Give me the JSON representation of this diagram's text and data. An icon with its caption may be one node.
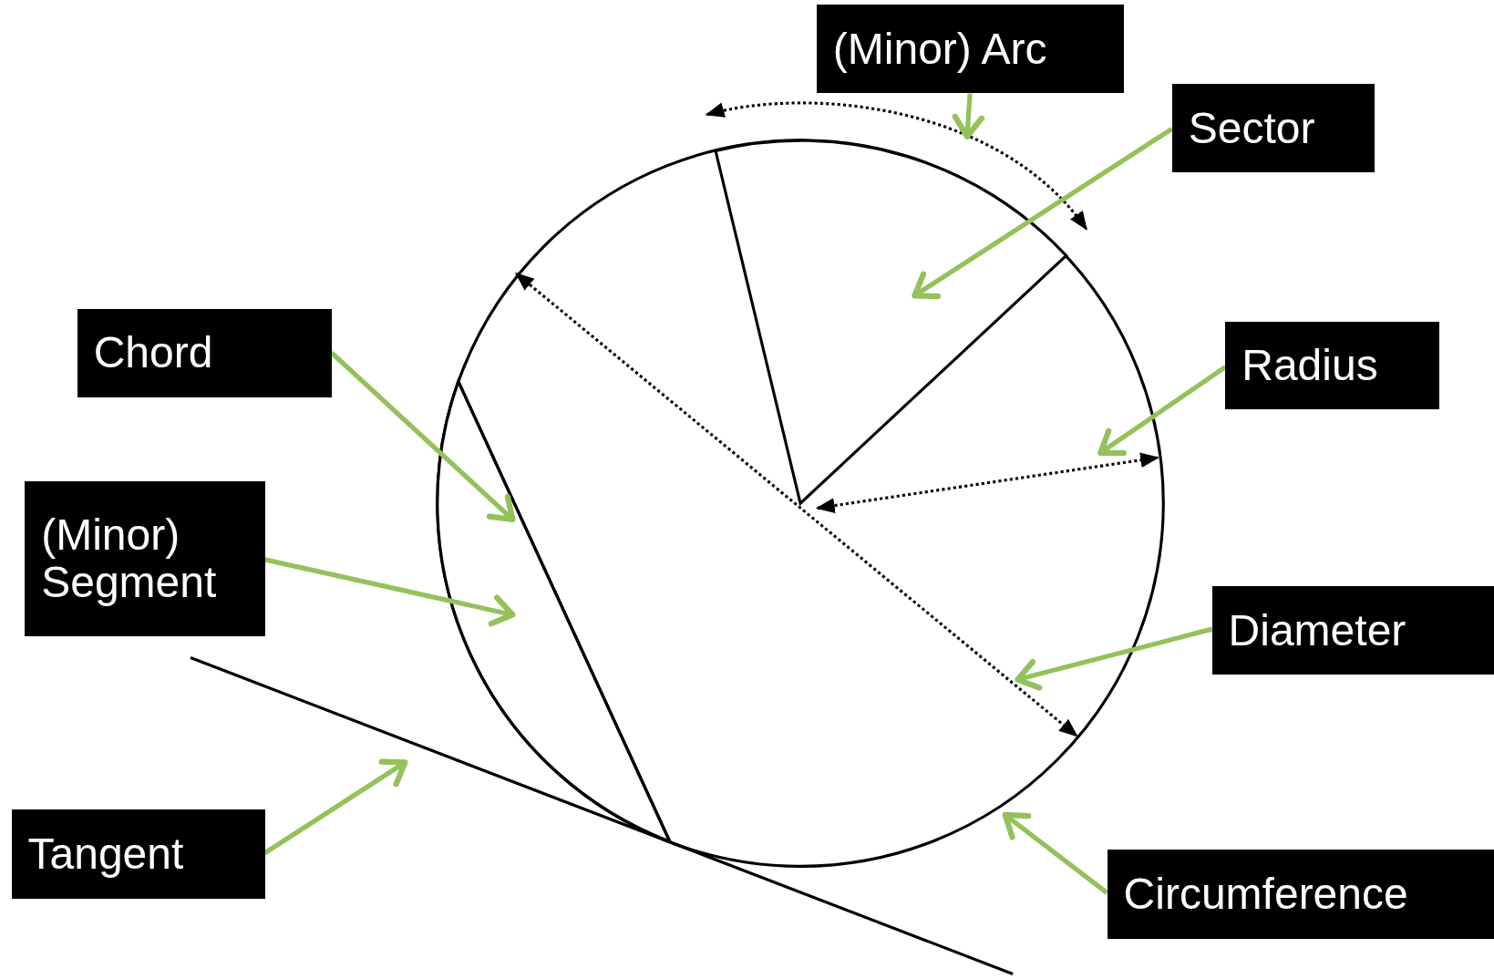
{
  "diagram": {
    "nodes": [
      {
        "text": [
          "(Minor) Arc"
        ]
      },
      {
        "text": [
          "Sector"
        ]
      },
      {
        "text": [
          "Chord"
        ]
      },
      {
        "text": [
          "Radius"
        ]
      },
      {
        "text": [
          "(Minor) Segment"
        ]
      },
      {
        "text": [
          "Diameter"
        ]
      },
      {
        "text": [
          "Tangent"
        ]
      },
      {
        "text": [
          "Circumference"
        ]
      },
      {
        "text": [],
        "shape": "arc"
      },
      {
        "text": [],
        "shape": "circle"
      },
      {
        "text": [],
        "shape": "sector",
        "in": 9
      },
      {
        "text": [],
        "shape": "line",
        "in": 9
      },
      {
        "text": [],
        "shape": "line",
        "in": 9
      },
      {
        "text": [],
        "shape": "segment",
        "in": 9
      },
      {
        "text": [],
        "shape": "line",
        "in": 9
      },
      {
        "text": [],
        "shape": "line"
      }
    ],
    "edges": [
      {
        "from": 0,
        "to": 8,
        "arrow": "to"
      },
      {
        "from": 1,
        "to": 10,
        "arrow": "to"
      },
      {
        "from": 2,
        "to": 12,
        "arrow": "to"
      },
      {
        "from": 3,
        "to": 11,
        "arrow": "to"
      },
      {
        "from": 4,
        "to": 13,
        "arrow": "to"
      },
      {
        "from": 5,
        "to": 14,
        "arrow": "to"
      },
      {
        "from": 6,
        "to": 15,
        "arrow": "to"
      },
      {
        "from": 7,
        "to": 9,
        "arrow": "to"
      }
    ]
  }
}
